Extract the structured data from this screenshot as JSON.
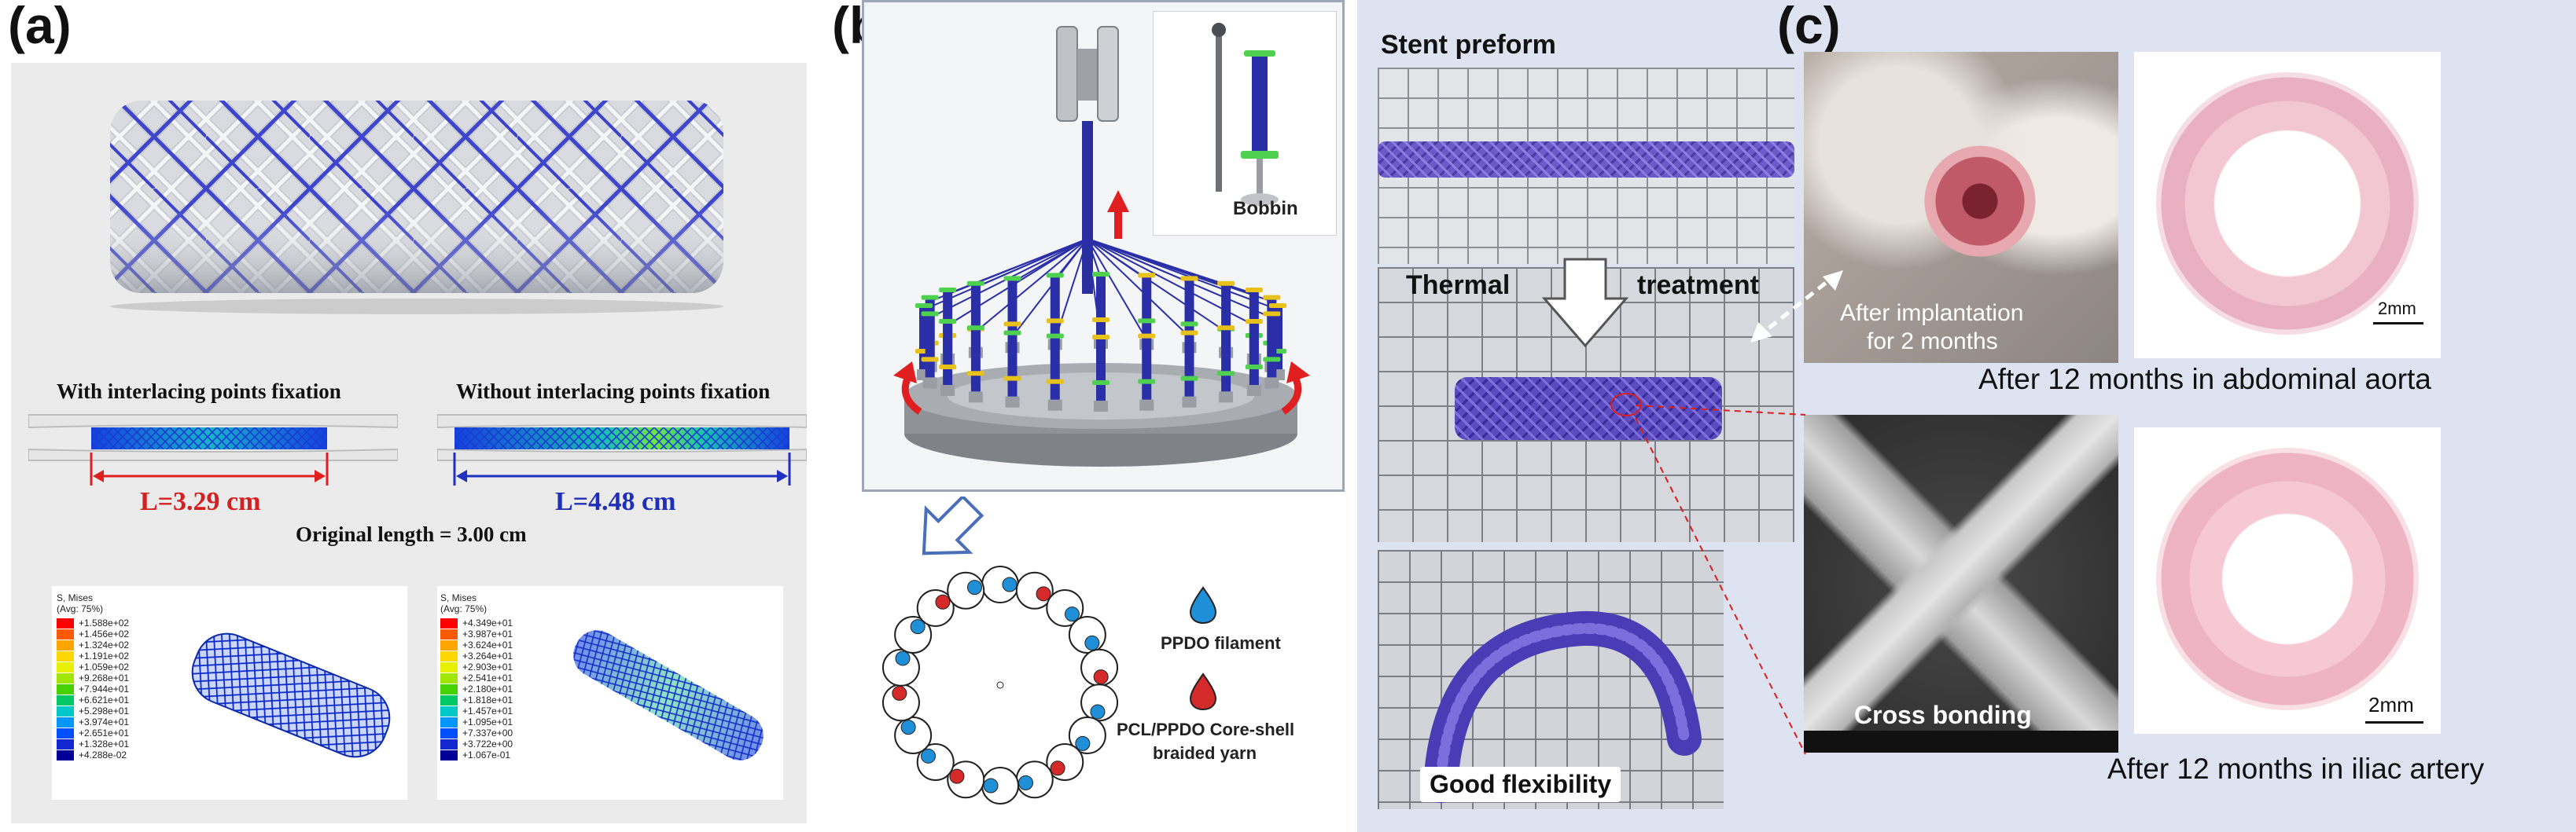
{
  "panels": {
    "a": {
      "letter": "(a)",
      "with_fixation": "With interlacing points fixation",
      "without_fixation": "Without interlacing points fixation",
      "length_with": "L=3.29 cm",
      "length_without": "L=4.48 cm",
      "original_length": "Original length = 3.00 cm",
      "legend_left": {
        "title": "S, Mises",
        "subtitle": "(Avg: 75%)",
        "values": [
          "+1.588e+02",
          "+1.456e+02",
          "+1.324e+02",
          "+1.191e+02",
          "+1.059e+02",
          "+9.268e+01",
          "+7.944e+01",
          "+6.621e+01",
          "+5.298e+01",
          "+3.974e+01",
          "+2.651e+01",
          "+1.328e+01",
          "+4.288e-02"
        ]
      },
      "legend_right": {
        "title": "S, Mises",
        "subtitle": "(Avg: 75%)",
        "values": [
          "+4.349e+01",
          "+3.987e+01",
          "+3.624e+01",
          "+3.264e+01",
          "+2.903e+01",
          "+2.541e+01",
          "+2.180e+01",
          "+1.818e+01",
          "+1.457e+01",
          "+1.095e+01",
          "+7.337e+00",
          "+3.722e+00",
          "+1.067e-01"
        ]
      },
      "legend_colors": [
        "#ff0000",
        "#ff5a00",
        "#ffa500",
        "#ffd700",
        "#e6f000",
        "#a0e600",
        "#46d200",
        "#00c864",
        "#00c8c8",
        "#0096ff",
        "#0050ff",
        "#1428d2",
        "#000096"
      ]
    },
    "b": {
      "letter": "(b)",
      "bobbin_label": "Bobbin",
      "legend_ppdo": "PPDO filament",
      "legend_pcl_line1": "PCL/PPDO Core-shell",
      "legend_pcl_line2": "braided yarn",
      "color_ppdo": "#1f8fd8",
      "color_pcl": "#d42a2a"
    },
    "c": {
      "letter": "(c)",
      "stent_preform": "Stent preform",
      "thermal": "Thermal",
      "treatment": "treatment",
      "good_flexibility": "Good flexibility",
      "cross_bonding": "Cross bonding",
      "implant_line1": "After implantation",
      "implant_line2": "for 2 months",
      "scale_top": "2mm",
      "scale_bottom": "2mm",
      "caption_aorta": "After 12 months in abdominal aorta",
      "caption_iliac": "After 12 months in iliac artery"
    }
  }
}
